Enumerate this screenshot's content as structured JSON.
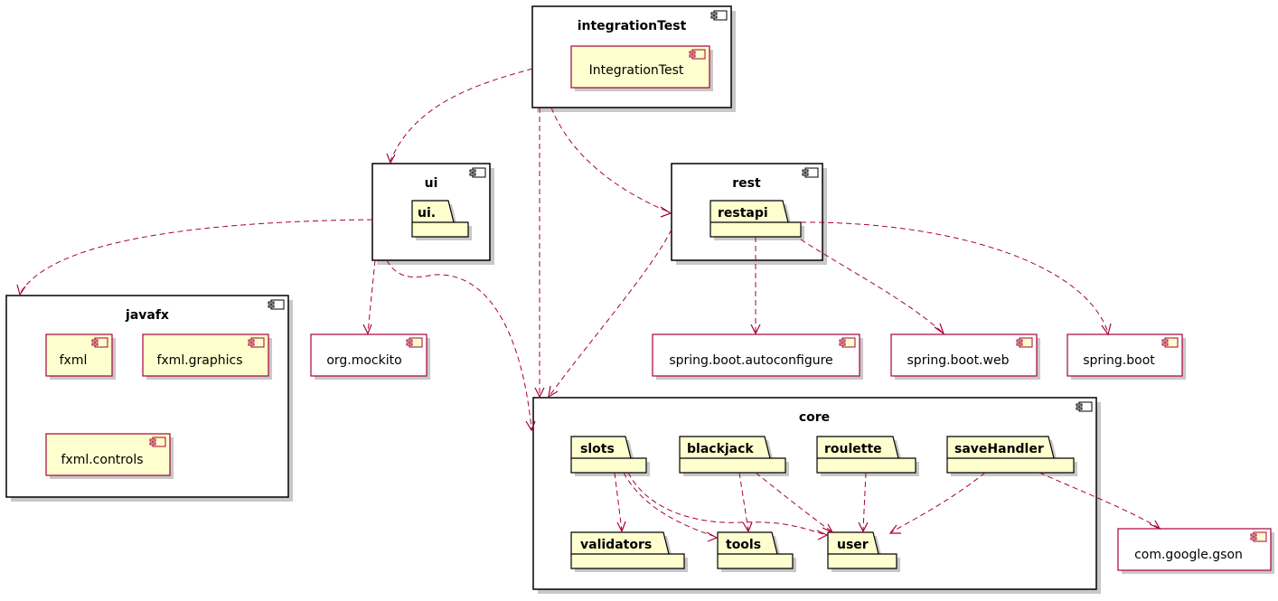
{
  "colors": {
    "accent": "#a80036",
    "component_fill": "#fefece",
    "container_fill": "#ffffff"
  },
  "containers": [
    {
      "id": "integrationTest",
      "title": "integrationTest"
    },
    {
      "id": "ui",
      "title": "ui"
    },
    {
      "id": "rest",
      "title": "rest"
    },
    {
      "id": "javafx",
      "title": "javafx"
    },
    {
      "id": "core",
      "title": "core"
    }
  ],
  "components": [
    {
      "id": "IntegrationTest",
      "label": "IntegrationTest"
    },
    {
      "id": "fxml",
      "label": "fxml"
    },
    {
      "id": "fxml.graphics",
      "label": "fxml.graphics"
    },
    {
      "id": "fxml.controls",
      "label": "fxml.controls"
    },
    {
      "id": "org.mockito",
      "label": "org.mockito"
    },
    {
      "id": "spring.boot.autoconfigure",
      "label": "spring.boot.autoconfigure"
    },
    {
      "id": "spring.boot.web",
      "label": "spring.boot.web"
    },
    {
      "id": "spring.boot",
      "label": "spring.boot"
    },
    {
      "id": "com.google.gson",
      "label": "com.google.gson"
    }
  ],
  "packages": [
    {
      "id": "ui.",
      "label": "ui."
    },
    {
      "id": "restapi",
      "label": "restapi"
    },
    {
      "id": "slots",
      "label": "slots"
    },
    {
      "id": "blackjack",
      "label": "blackjack"
    },
    {
      "id": "roulette",
      "label": "roulette"
    },
    {
      "id": "saveHandler",
      "label": "saveHandler"
    },
    {
      "id": "validators",
      "label": "validators"
    },
    {
      "id": "tools",
      "label": "tools"
    },
    {
      "id": "user",
      "label": "user"
    }
  ],
  "edges": [
    {
      "from": "integrationTest",
      "to": "ui"
    },
    {
      "from": "integrationTest",
      "to": "core"
    },
    {
      "from": "integrationTest",
      "to": "rest"
    },
    {
      "from": "ui",
      "to": "javafx"
    },
    {
      "from": "ui",
      "to": "org.mockito"
    },
    {
      "from": "ui",
      "to": "core"
    },
    {
      "from": "rest",
      "to": "core"
    },
    {
      "from": "restapi",
      "to": "spring.boot.autoconfigure"
    },
    {
      "from": "restapi",
      "to": "spring.boot.web"
    },
    {
      "from": "restapi",
      "to": "spring.boot"
    },
    {
      "from": "slots",
      "to": "validators"
    },
    {
      "from": "slots",
      "to": "tools"
    },
    {
      "from": "slots",
      "to": "user"
    },
    {
      "from": "blackjack",
      "to": "tools"
    },
    {
      "from": "blackjack",
      "to": "user"
    },
    {
      "from": "roulette",
      "to": "user"
    },
    {
      "from": "saveHandler",
      "to": "user"
    },
    {
      "from": "saveHandler",
      "to": "com.google.gson"
    }
  ]
}
